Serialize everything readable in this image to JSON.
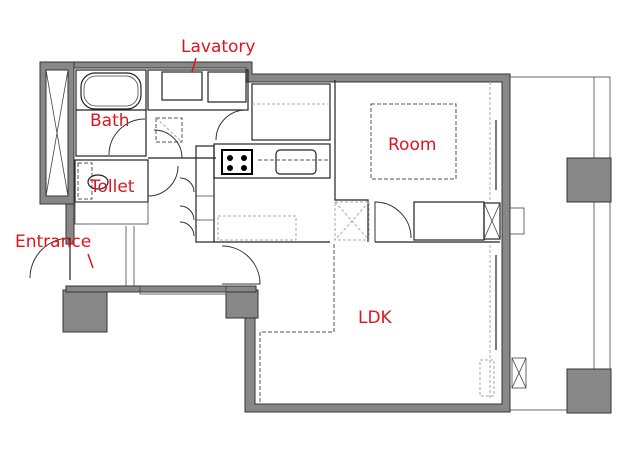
{
  "floorplan": {
    "rooms": [
      {
        "id": "lavatory",
        "label": "Lavatory"
      },
      {
        "id": "bath",
        "label": "Bath"
      },
      {
        "id": "toilet",
        "label": "Tollet"
      },
      {
        "id": "entrance",
        "label": "Entrance"
      },
      {
        "id": "room",
        "label": "Room"
      },
      {
        "id": "ldk",
        "label": "LDK"
      }
    ],
    "label_color": "#e0141e",
    "wall_color": "#888888"
  }
}
